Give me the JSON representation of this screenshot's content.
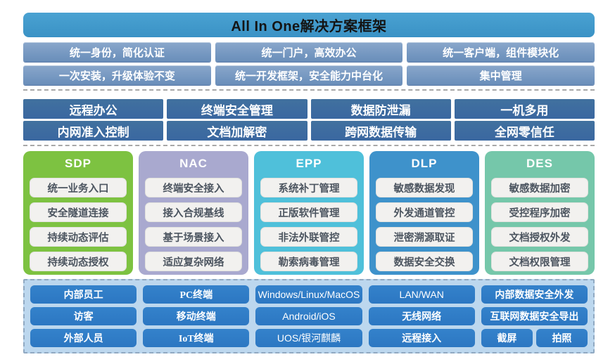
{
  "header": {
    "title": "All In One解决方案框架"
  },
  "top_features": {
    "row1": [
      "统一身份，简化认证",
      "统一门户，高效办公",
      "统一客户端，组件模块化"
    ],
    "row2": [
      "一次安装，升级体验不变",
      "统一开发框架，安全能力中台化",
      "集中管理"
    ]
  },
  "scenarios": {
    "row1": [
      "远程办公",
      "终端安全管理",
      "数据防泄漏",
      "一机多用"
    ],
    "row2": [
      "内网准入控制",
      "文档加解密",
      "跨网数据传输",
      "全网零信任"
    ]
  },
  "products": [
    {
      "name": "SDP",
      "color": "#7dc241",
      "items": [
        "统一业务入口",
        "安全隧道连接",
        "持续动态评估",
        "持续动态授权"
      ]
    },
    {
      "name": "NAC",
      "color": "#a9a9cf",
      "items": [
        "终端安全接入",
        "接入合规基线",
        "基于场景接入",
        "适应复杂网络"
      ]
    },
    {
      "name": "EPP",
      "color": "#4fc0da",
      "items": [
        "系统补丁管理",
        "正版软件管理",
        "非法外联管控",
        "勒索病毒管理"
      ]
    },
    {
      "name": "DLP",
      "color": "#3e92cb",
      "items": [
        "敏感数据发现",
        "外发通道管控",
        "泄密溯源取证",
        "数据安全交换"
      ]
    },
    {
      "name": "DES",
      "color": "#75c7aa",
      "items": [
        "敏感数据加密",
        "受控程序加密",
        "文档授权外发",
        "文档权限管理"
      ]
    }
  ],
  "environment": {
    "users": [
      "内部员工",
      "访客",
      "外部人员"
    ],
    "terminals": [
      "PC终端",
      "移动终端",
      "IoT终端"
    ],
    "os": [
      "Windows/Linux/MacOS",
      "Android/iOS",
      "UOS/银河麒麟"
    ],
    "network": [
      "LAN/WAN",
      "无线网络",
      "远程接入"
    ],
    "data_out": [
      "内部数据安全外发",
      "互联网数据安全导出"
    ],
    "data_out_split": [
      "截屏",
      "拍照"
    ]
  },
  "colors": {
    "header_blue": "#3a92c5",
    "feature_slate": "#7295bf",
    "scenario_blue": "#3a67a0",
    "panel_bg": "#bcd7ee",
    "panel_button_blue": "#2c77c2",
    "item_box_bg": "#f2f1ef",
    "dash_gray": "#a8a8a8"
  }
}
